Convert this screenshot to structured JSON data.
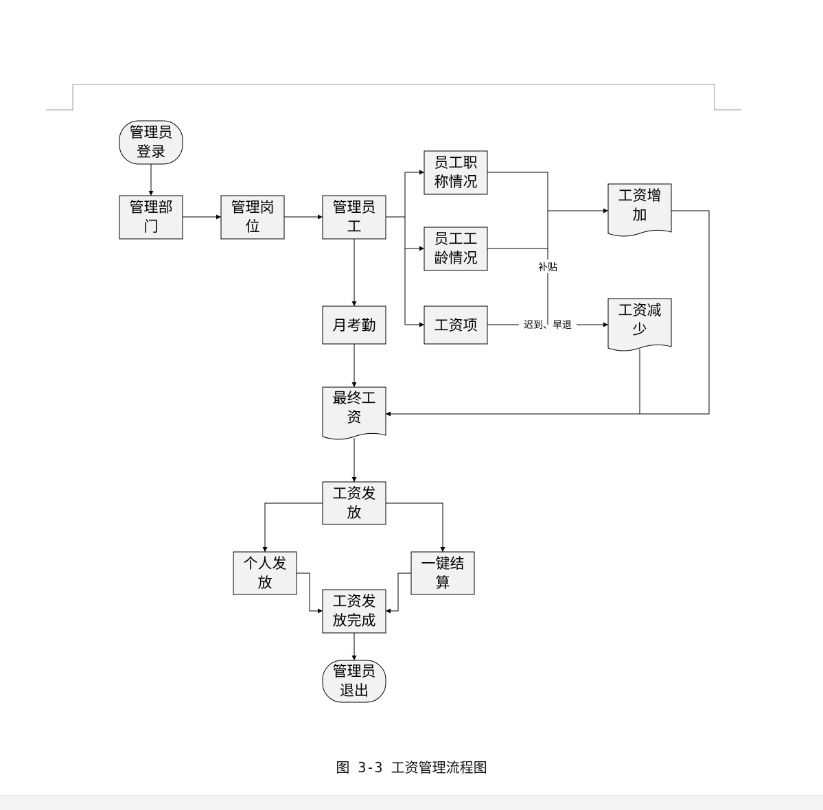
{
  "caption": "图 3-3 工资管理流程图",
  "nodes": {
    "admin_login": {
      "lines": [
        "管理员",
        "登录"
      ]
    },
    "manage_dept": {
      "lines": [
        "管理部",
        "门"
      ]
    },
    "manage_post": {
      "lines": [
        "管理岗",
        "位"
      ]
    },
    "manage_staff": {
      "lines": [
        "管理员",
        "工"
      ]
    },
    "staff_title": {
      "lines": [
        "员工职",
        "称情况"
      ]
    },
    "staff_seniority": {
      "lines": [
        "员工工",
        "龄情况"
      ]
    },
    "salary_item": {
      "lines": [
        "工资项"
      ]
    },
    "salary_increase": {
      "lines": [
        "工资增",
        "加"
      ]
    },
    "salary_decrease": {
      "lines": [
        "工资减",
        "少"
      ]
    },
    "monthly_attend": {
      "lines": [
        "月考勤"
      ]
    },
    "final_salary": {
      "lines": [
        "最终工",
        "资"
      ]
    },
    "salary_pay": {
      "lines": [
        "工资发",
        "放"
      ]
    },
    "personal_pay": {
      "lines": [
        "个人发",
        "放"
      ]
    },
    "one_click": {
      "lines": [
        "一键结",
        "算"
      ]
    },
    "pay_done": {
      "lines": [
        "工资发",
        "放完成"
      ]
    },
    "admin_logout": {
      "lines": [
        "管理员",
        "退出"
      ]
    }
  },
  "edge_labels": {
    "allowance": "补贴",
    "late_early": "迟到、早退"
  }
}
